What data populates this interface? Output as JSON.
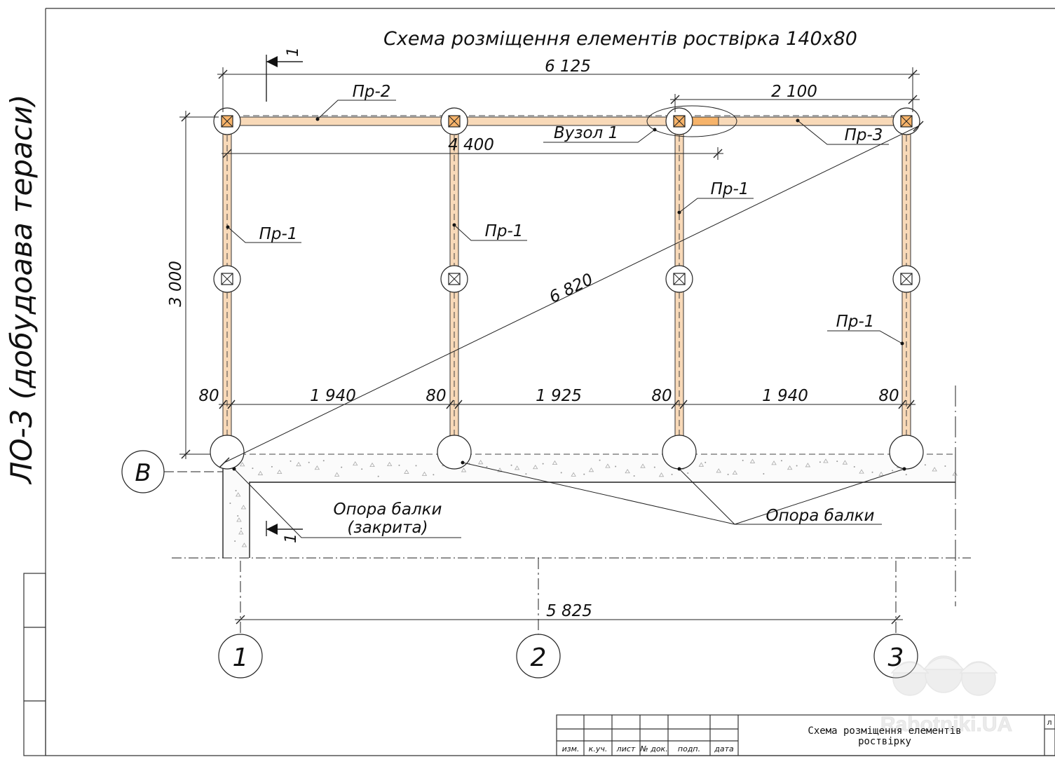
{
  "side_title": "ЛО-3 (добудоава тераси)",
  "title": "Схема розміщення елементів роствірка 140х80",
  "dimensions": {
    "total_top": "6 125",
    "right_span": "2 100",
    "inner_span": "4 400",
    "height": "3 000",
    "diagonal": "6 820",
    "bottom_gaps": [
      "80",
      "1 940",
      "80",
      "1 925",
      "80",
      "1 940",
      "80"
    ],
    "axes_span": "5 825"
  },
  "labels": {
    "pr2": "Пр-2",
    "pr3": "Пр-3",
    "node1": "Вузол 1",
    "pr1": "Пр-1",
    "support_open": "Опора балки",
    "support_closed_line1": "Опора балки",
    "support_closed_line2": "(закрита)"
  },
  "section_mark": "1",
  "axes": [
    "1",
    "2",
    "3"
  ],
  "row_axis": "В",
  "title_block": {
    "headers": [
      "изм.",
      "к.уч.",
      "лист",
      "№ док.",
      "подп.",
      "дата"
    ],
    "sheet_title_line1": "Схема розміщення елементів",
    "sheet_title_line2": "роствірку",
    "corner": "л"
  },
  "watermark": "Rabotniki.UA",
  "colors": {
    "beam_fill": "#f8d9b8",
    "node_fill": "#f6b36a",
    "line": "#222222"
  }
}
